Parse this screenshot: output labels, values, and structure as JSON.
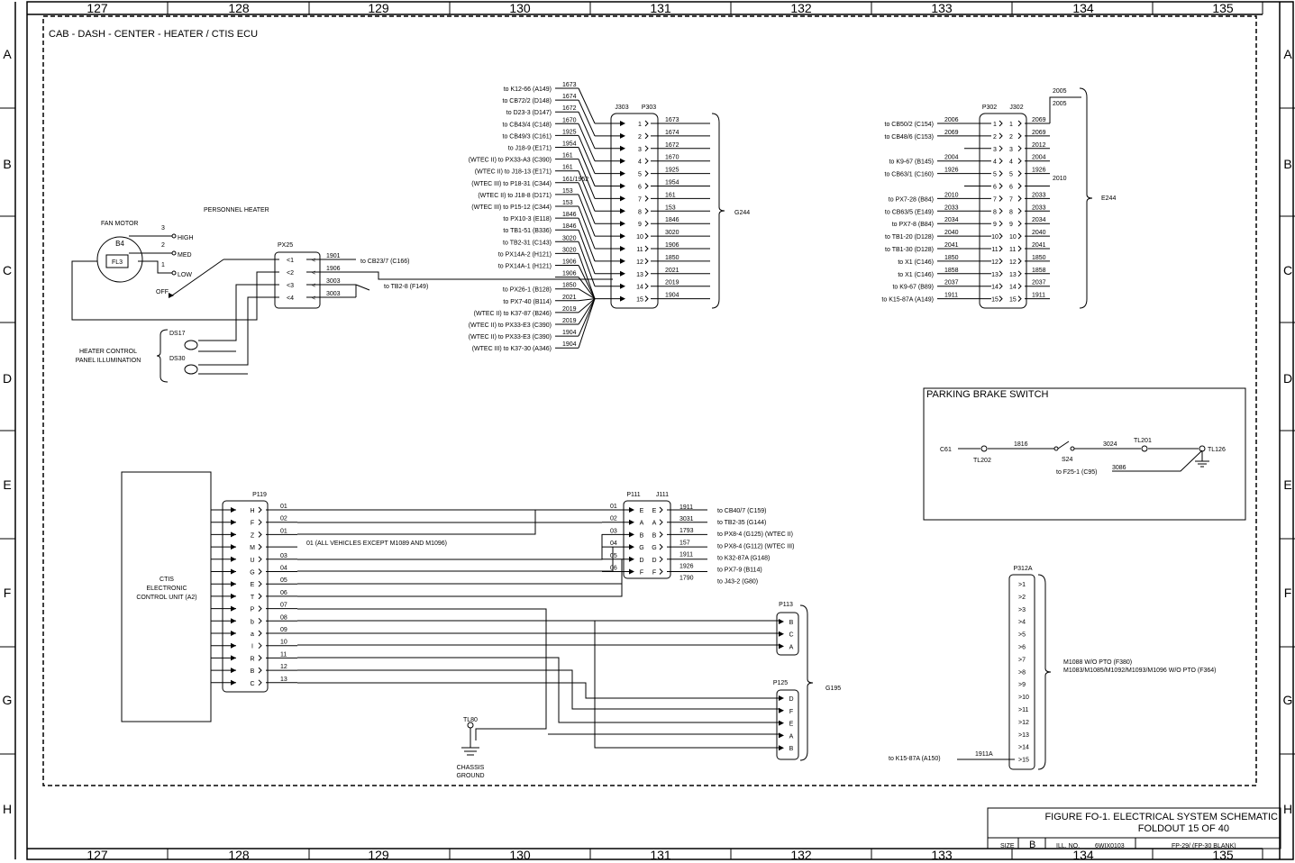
{
  "grid": {
    "columns": [
      "127",
      "128",
      "129",
      "130",
      "131",
      "132",
      "133",
      "134",
      "135"
    ],
    "rows": [
      "A",
      "B",
      "C",
      "D",
      "E",
      "F",
      "G",
      "H"
    ]
  },
  "section_title": "CAB - DASH - CENTER - HEATER / CTIS ECU",
  "heater": {
    "title": "PERSONNEL HEATER",
    "fan_motor": "FAN MOTOR",
    "motor_id": "B4",
    "motor_inner": "FL3",
    "positions": [
      {
        "num": "3",
        "label": "HIGH"
      },
      {
        "num": "2",
        "label": "MED"
      },
      {
        "num": "1",
        "label": "LOW"
      }
    ],
    "off": "OFF",
    "illum_label": [
      "HEATER CONTROL",
      "PANEL ILLUMINATION"
    ],
    "lamps": [
      "DS17",
      "DS30"
    ]
  },
  "px25": {
    "name": "PX25",
    "pins": [
      "1",
      "2",
      "3",
      "4"
    ],
    "wires": [
      "1901",
      "1906",
      "3003",
      "3003"
    ],
    "dest1": "to CB23/7 (C166)",
    "dest2": "to TB2-8 (F149)"
  },
  "upper_conn": {
    "j_name": "J303",
    "p_name": "P303",
    "ref": "G244",
    "rows": [
      {
        "dest": "to K12-66 (A149)",
        "wire": "1673",
        "out": "1673"
      },
      {
        "dest": "to CB72/2 (D148)",
        "wire": "1674",
        "out": "1674"
      },
      {
        "dest": "to D23-3 (D147)",
        "wire": "1672",
        "out": "1672"
      },
      {
        "dest": "to CB43/4 (C148)",
        "wire": "1670",
        "out": "1670"
      },
      {
        "dest": "to CB49/3 (C161)",
        "wire": "1925",
        "out": "1925"
      },
      {
        "dest": "to J18-9 (E171)",
        "wire": "1954",
        "out": "1954"
      },
      {
        "dest": "(WTEC II) to PX33-A3 (C390)",
        "wire": "161",
        "out": "161"
      },
      {
        "dest": "(WTEC II) to J18-13 (E171)",
        "wire": "161",
        "out": "153"
      },
      {
        "dest": "(WTEC III) to P18-31 (C344)",
        "wire": "161/1952",
        "out": "1846"
      },
      {
        "dest": "(WTEC II) to J18-8 (D171)",
        "wire": "153",
        "out": "3020"
      },
      {
        "dest": "(WTEC III) to P15-12 (C344)",
        "wire": "153",
        "out": "1906"
      },
      {
        "dest": "to PX10-3 (E118)",
        "wire": "1846",
        "out": "1850"
      },
      {
        "dest": "to TB1-51 (B336)",
        "wire": "1846",
        "out": "2021"
      },
      {
        "dest": "to TB2-31 (C143)",
        "wire": "3020",
        "out": "2019"
      },
      {
        "dest": "to PX14A-2 (H121)",
        "wire": "3020",
        "out": "1904"
      }
    ],
    "extra_rows": [
      {
        "dest": "to PX14A-1 (H121)",
        "wire": "1906"
      },
      {
        "dest": "",
        "wire": "1906"
      },
      {
        "dest": "to PX26-1 (B128)",
        "wire": "1850"
      },
      {
        "dest": "to PX7-40 (B114)",
        "wire": "2021"
      },
      {
        "dest": "(WTEC II) to K37-87 (B246)",
        "wire": "2019"
      },
      {
        "dest": "(WTEC II) to PX33-E3 (C390)",
        "wire": "2019"
      },
      {
        "dest": "(WTEC II) to PX33-E3 (C390)",
        "wire": "1904"
      },
      {
        "dest": "(WTEC III) to K37-30 (A346)",
        "wire": "1904"
      }
    ],
    "pins": [
      "1",
      "2",
      "3",
      "4",
      "5",
      "6",
      "7",
      "8",
      "9",
      "10",
      "11",
      "12",
      "13",
      "14",
      "15"
    ]
  },
  "right_conn": {
    "p_name": "P302",
    "j_name": "J302",
    "ref": "E244",
    "rows": [
      {
        "dest": "to CB50/2 (C154)",
        "wire": "2006",
        "out": "2069"
      },
      {
        "dest": "to CB48/6 (C153)",
        "wire": "2069",
        "out": "2069"
      },
      {
        "dest": "",
        "wire": "",
        "out": "2012"
      },
      {
        "dest": "to K9-67 (B145)",
        "wire": "2004",
        "out": "2004"
      },
      {
        "dest": "to CB63/1 (C160)",
        "wire": "1926",
        "out": "1926"
      },
      {
        "dest": "",
        "wire": "",
        "out": ""
      },
      {
        "dest": "to PX7-28 (B84)",
        "wire": "2010",
        "out": "2033"
      },
      {
        "dest": "to CB63/5 (E149)",
        "wire": "2033",
        "out": "2033"
      },
      {
        "dest": "to PX7-8 (B84)",
        "wire": "2034",
        "out": "2034"
      },
      {
        "dest": "to TB1-20 (D128)",
        "wire": "2040",
        "out": "2040"
      },
      {
        "dest": "to TB1-30 (D128)",
        "wire": "2041",
        "out": "2041"
      },
      {
        "dest": "to X1 (C146)",
        "wire": "1850",
        "out": "1850"
      },
      {
        "dest": "to X1 (C146)",
        "wire": "1858",
        "out": "1858"
      },
      {
        "dest": "to K9-67 (B89)",
        "wire": "2037",
        "out": "2037"
      },
      {
        "dest": "to K15-87A (A149)",
        "wire": "1911",
        "out": "1911"
      }
    ],
    "top_wires": [
      "2005",
      "2005",
      "2010"
    ],
    "pins": [
      "1",
      "2",
      "3",
      "4",
      "5",
      "6",
      "7",
      "8",
      "9",
      "10",
      "11",
      "12",
      "13",
      "14",
      "15"
    ]
  },
  "parking_brake": {
    "title": "PARKING BRAKE SWITCH",
    "c_label": "C61",
    "tl202": "TL202",
    "w1": "1816",
    "s_label": "S24",
    "w2": "3024",
    "tl201": "TL201",
    "tl126": "TL126",
    "dest": "to F25-1 (C95)",
    "w3": "3086"
  },
  "ctis": {
    "ecu_label": [
      "CTIS",
      "ELECTRONIC",
      "CONTROL UNIT (A2)"
    ],
    "p_name": "P119",
    "pins": [
      "H",
      "F",
      "Z",
      "M",
      "U",
      "G",
      "E",
      "T",
      "P",
      "b",
      "a",
      "I",
      "R",
      "B",
      "C"
    ],
    "wires": [
      "01",
      "02",
      "01",
      "",
      "03",
      "04",
      "05",
      "06",
      "07",
      "08",
      "09",
      "10",
      "11",
      "12",
      "13"
    ],
    "note": "01 (ALL VEHICLES EXCEPT M1089 AND M1096)",
    "p11": "P111",
    "j11": "J111",
    "p11_wires": [
      "01",
      "02",
      "03",
      "04",
      "05",
      "06"
    ],
    "p11_pins": [
      "E",
      "A",
      "B",
      "G",
      "D",
      "F"
    ],
    "out_wires": [
      "1911",
      "3031",
      "1793",
      "157",
      "1911",
      "1926",
      "1790"
    ],
    "out_dests": [
      "to CB40/7 (C159)",
      "to TB2-35 (G144)",
      "to PX8-4 (G125) (WTEC II)",
      "to PX8-4 (G112) (WTEC III)",
      "to K32-87A (G148)",
      "to PX7-9 (B114)",
      "to J43-2 (G80)"
    ],
    "p113": "P113",
    "p113_pins": [
      "B",
      "C",
      "A"
    ],
    "p125": "P125",
    "p125_pins": [
      "D",
      "F",
      "E",
      "A",
      "B"
    ],
    "ref": "G195",
    "ground_tl": "TL80",
    "ground_label": [
      "CHASSIS",
      "GROUND"
    ]
  },
  "p312a": {
    "name": "P312A",
    "pins": [
      "1",
      "2",
      "3",
      "4",
      "5",
      "6",
      "7",
      "8",
      "9",
      "10",
      "11",
      "12",
      "13",
      "14",
      "15"
    ],
    "note1": "M1088 W/O PTO (F380)",
    "note2": "M1083/M1085/M1092/M1093/M1096 W/O PTO (F364)",
    "dest": "to K15-87A (A150)",
    "wire": "1911A"
  },
  "title_block": {
    "line1": "FIGURE FO-1. ELECTRICAL SYSTEM SCHEMATIC",
    "line2": "FOLDOUT 15 OF 40",
    "size_label": "SIZE",
    "size": "B",
    "ill_label": "ILL. NO.",
    "ill_no": "6WIX0103",
    "page": "FP-29/ (FP-30 BLANK)"
  }
}
